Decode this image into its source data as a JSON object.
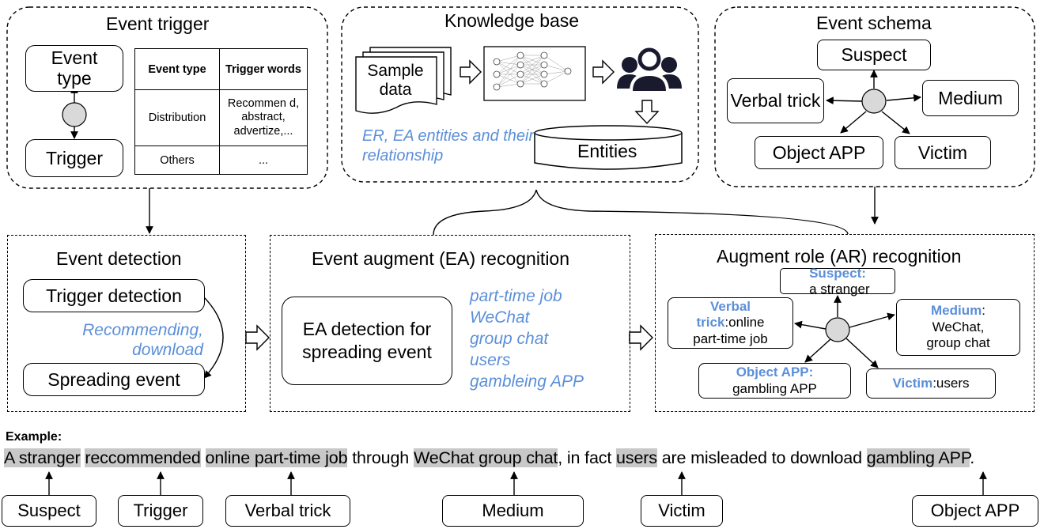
{
  "event_trigger": {
    "title": "Event trigger",
    "event_type_box": "Event type",
    "trigger_box": "Trigger",
    "table": {
      "headers": [
        "Event type",
        "Trigger words"
      ],
      "rows": [
        [
          "Distribution",
          "Recommen d, abstract, advertize,..."
        ],
        [
          "Others",
          "..."
        ]
      ]
    }
  },
  "knowledge_base": {
    "title": "Knowledge base",
    "sample_data": "Sample data",
    "caption": "ER, EA entities and their relationship",
    "entities": "Entities"
  },
  "event_schema": {
    "title": "Event schema",
    "nodes": [
      "Suspect",
      "Verbal trick",
      "Medium",
      "Object APP",
      "Victim"
    ]
  },
  "event_detection": {
    "title": "Event detection",
    "trigger_detection": "Trigger detection",
    "caption": "Recommending, download",
    "spreading_event": "Spreading event"
  },
  "ea_recognition": {
    "title": "Event augment (EA) recognition",
    "box": "EA detection for spreading event",
    "items": [
      "part-time job",
      "WeChat",
      "group chat",
      "users",
      "gambleing APP"
    ]
  },
  "ar_recognition": {
    "title": "Augment role (AR) recognition",
    "suspect": {
      "role": "Suspect:",
      "value": " a stranger"
    },
    "verbal": {
      "role_a": "Verbal",
      "role_b": "trick",
      "value_a": ":online",
      "value_b": "part-time job"
    },
    "medium": {
      "role": "Medium",
      "value_a": ":",
      "value_b": "WeChat,",
      "value_c": "group chat"
    },
    "object": {
      "role": "Object APP:",
      "value": "gambling APP"
    },
    "victim": {
      "role": "Victim",
      "value": ":users"
    }
  },
  "example": {
    "label": "Example:",
    "segments": [
      {
        "text": "A stranger",
        "hl": true
      },
      {
        "text": " ",
        "hl": false
      },
      {
        "text": "reccommended",
        "hl": true
      },
      {
        "text": " ",
        "hl": false
      },
      {
        "text": "online part-time job",
        "hl": true
      },
      {
        "text": " through ",
        "hl": false
      },
      {
        "text": "WeChat group chat",
        "hl": true
      },
      {
        "text": ", in fact ",
        "hl": false
      },
      {
        "text": "users",
        "hl": true
      },
      {
        "text": " are misleaded to download ",
        "hl": false
      },
      {
        "text": "gambling APP",
        "hl": true
      },
      {
        "text": ".",
        "hl": false
      }
    ],
    "labels": [
      "Suspect",
      "Trigger",
      "Verbal trick",
      "Medium",
      "Victim",
      "Object APP"
    ]
  },
  "colors": {
    "accent": "#5b8fd9",
    "highlight": "#c8c8c8",
    "node_fill": "#d9d9d9"
  }
}
